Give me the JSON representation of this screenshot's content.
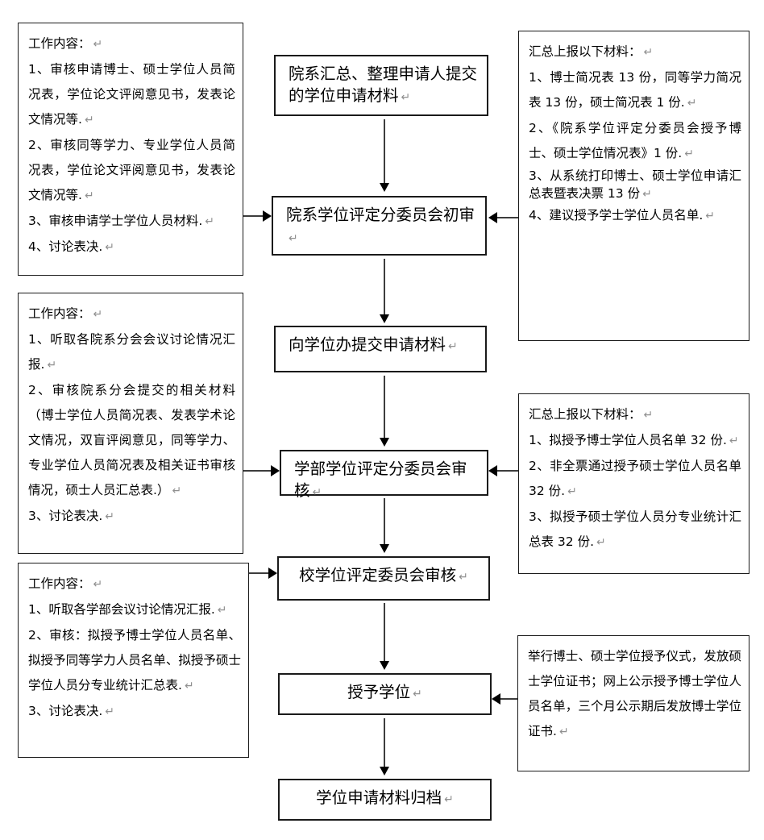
{
  "colors": {
    "background": "#ffffff",
    "line": "#000000",
    "return_mark": "#8f8f8f"
  },
  "marks": {
    "return": "↵"
  },
  "diagram": {
    "center": [
      {
        "label": "院系汇总、整理申请人提交的学位申请材料"
      },
      {
        "label": "院系学位评定分委员会初审"
      },
      {
        "label": "向学位办提交申请材料"
      },
      {
        "label": "学部学位评定分委员会审核"
      },
      {
        "label": "校学位评定委员会审核"
      },
      {
        "label": "授予学位"
      },
      {
        "label": "学位申请材料归档"
      }
    ],
    "left": [
      {
        "paras": [
          "工作内容：",
          "1、审核申请博士、硕士学位人员简况表，学位论文评阅意见书，发表论文情况等.",
          "2、审核同等学力、专业学位人员简况表，学位论文评阅意见书，发表论文情况等.",
          "3、审核申请学士学位人员材料.",
          "4、讨论表决."
        ]
      },
      {
        "paras": [
          "工作内容：",
          "1、听取各院系分会会议讨论情况汇报.",
          "2、审核院系分会提交的相关材料（博士学位人员简况表、发表学术论文情况，双盲评阅意见，同等学力、专业学位人员简况表及相关证书审核情况，硕士人员汇总表.）",
          "3、讨论表决."
        ]
      },
      {
        "paras": [
          "工作内容：",
          "1、听取各学部会议讨论情况汇报.",
          "2、审核：拟授予博士学位人员名单、拟授予同等学力人员名单、拟授予硕士学位人员分专业统计汇总表.",
          "3、讨论表决."
        ]
      }
    ],
    "right": [
      {
        "paras": [
          "汇总上报以下材料：",
          "1、博士简况表 13 份，同等学力简况表 13 份，硕士简况表 1 份.",
          "2、《院系学位评定分委员会授予博士、硕士学位情况表》1 份.",
          "3、从系统打印博士、硕士学位申请汇总表暨表决票 13 份",
          "4、建议授予学士学位人员名单."
        ]
      },
      {
        "paras": [
          "汇总上报以下材料：",
          "1、拟授予博士学位人员名单 32 份.",
          "2、非全票通过授予硕士学位人员名单 32 份.",
          "3、拟授予硕士学位人员分专业统计汇总表 32 份."
        ]
      },
      {
        "paras": [
          "举行博士、硕士学位授予仪式，发放硕士学位证书；网上公示授予博士学位人员名单，三个月公示期后发放博士学位证书."
        ]
      }
    ]
  }
}
